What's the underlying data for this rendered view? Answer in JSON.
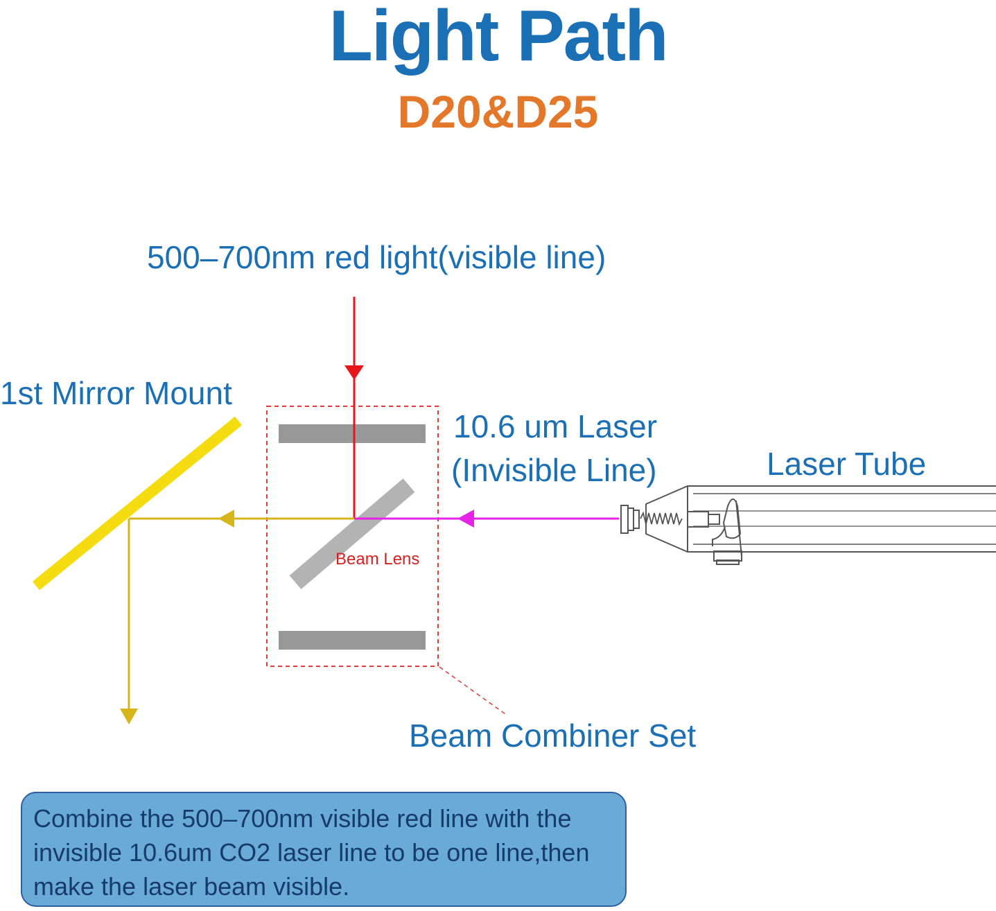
{
  "title": "Light Path",
  "subtitle": "D20&D25",
  "labels": {
    "red_light": "500–700nm red light(visible line)",
    "mirror_mount": "1st Mirror Mount",
    "laser_line1": "10.6 um Laser",
    "laser_line2": "(Invisible Line)",
    "laser_tube": "Laser Tube",
    "beam_lens": "Beam Lens",
    "combiner": "Beam Combiner Set"
  },
  "note": "Combine the 500–700nm visible red line with the invisible 10.6um CO2 laser line to be one line,then make the laser beam visible.",
  "colors": {
    "title": "#1a6fb5",
    "subtitle": "#e3782a",
    "label": "#1a6fb5",
    "lens_label": "#d92020",
    "red_beam": "#e8161b",
    "invisible_beam": "#e623e6",
    "combined_beam": "#d6b51a",
    "mirror": "#f5dc10",
    "glass": "#b3b3b3",
    "glass_dark": "#989898",
    "dashed_box": "#e03a3a",
    "note_bg": "#6aaad6",
    "tube_line": "#555555"
  }
}
